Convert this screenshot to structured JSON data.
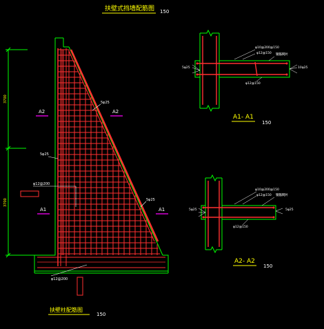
{
  "titles": {
    "main": "扶壁式挡墙配筋图",
    "main_scale": "150",
    "bottom": "扶壁柱配筋图",
    "bottom_scale": "150"
  },
  "sections": {
    "a1": {
      "title": "A1- A1",
      "scale": "150"
    },
    "a2": {
      "title": "A2- A2",
      "scale": "150"
    }
  },
  "labels": {
    "a2_left": "A2",
    "a2_right": "A2",
    "a1_left": "A1",
    "a1_right": "A1",
    "rebar_5phi25_a": "5φ25",
    "rebar_5phi25_b": "5φ25",
    "rebar_5phi25_c": "5φ25",
    "phi12_200_left": "φ12@200",
    "phi12_200_bottom": "φ12@200",
    "dim_upper": "3700",
    "dim_lower": "3700",
    "a1_note1": "φ10@200@150",
    "a1_note2": "φ12@150",
    "a1_note3": "φ12@150",
    "a1_note_right": "钢筋网片",
    "a1_left_tag": "5φ25",
    "a1_right_tag": "10φ25",
    "a2_note1": "φ10@200@150",
    "a2_note2": "φ12@150",
    "a2_note3": "φ12@150",
    "a2_note_right": "钢筋网片",
    "a2_left_tag": "5φ25",
    "a2_right_tag": "5φ25"
  },
  "colors": {
    "background": "#000000",
    "rebar": "#ff3030",
    "outline": "#00ff00",
    "text": "#ffff00",
    "dim": "#00ff00",
    "marker": "#ff00ff",
    "white": "#ffffff"
  }
}
